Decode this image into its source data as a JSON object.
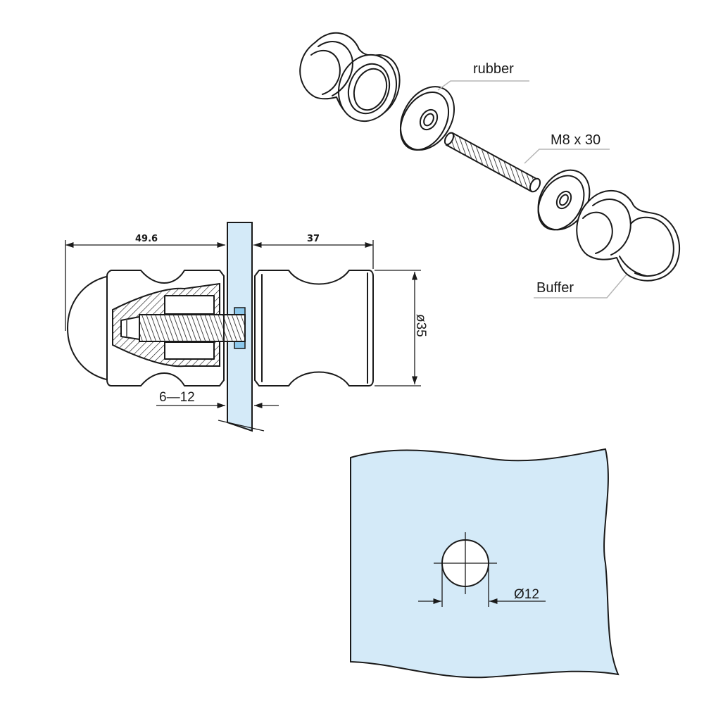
{
  "labels": {
    "rubber": "rubber",
    "bolt": "M8 x 30",
    "buffer": "Buffer"
  },
  "dimensions": {
    "left_length": "49.6",
    "right_length": "37",
    "diameter": "ø35",
    "glass_thickness": "6—12",
    "hole_diameter": "Ø12"
  },
  "colors": {
    "glass": "#d4eaf8",
    "line": "#1a1a1a",
    "leader": "#b5b5b5",
    "seal": "#8cc8ec"
  }
}
